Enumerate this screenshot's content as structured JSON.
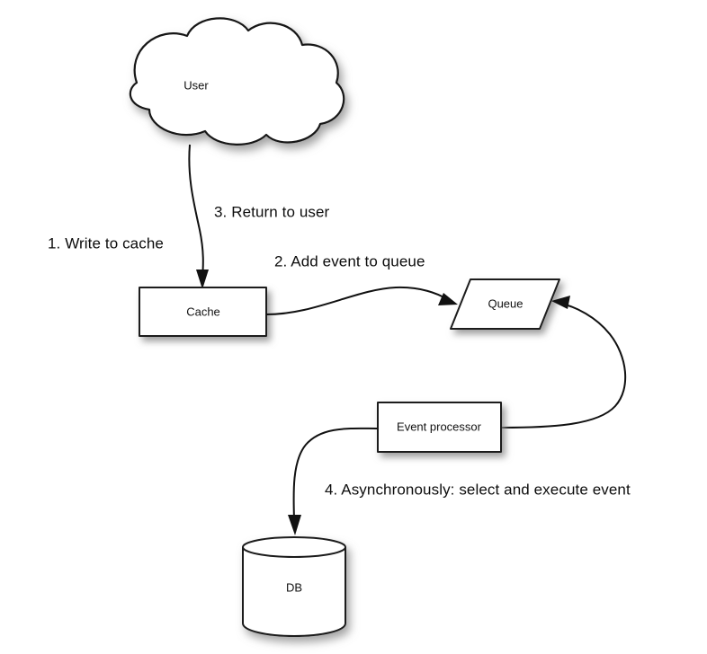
{
  "diagram": {
    "nodes": [
      {
        "id": "user",
        "label": "User",
        "shape": "cloud"
      },
      {
        "id": "cache",
        "label": "Cache",
        "shape": "rectangle"
      },
      {
        "id": "queue",
        "label": "Queue",
        "shape": "parallelogram"
      },
      {
        "id": "proc",
        "label": "Event processor",
        "shape": "rectangle"
      },
      {
        "id": "db",
        "label": "DB",
        "shape": "cylinder"
      }
    ],
    "edges": [
      {
        "id": "e1",
        "from": "user",
        "to": "cache",
        "label": "1. Write to cache"
      },
      {
        "id": "e2",
        "from": "cache",
        "to": "queue",
        "label": "2. Add event to queue"
      },
      {
        "id": "e3",
        "from": "user",
        "to": "cache",
        "label": "3. Return to user"
      },
      {
        "id": "e4",
        "from": "queue",
        "to": "proc",
        "label": ""
      },
      {
        "id": "e5",
        "from": "proc",
        "to": "db",
        "label": "4. Asynchronously: select and execute event"
      }
    ],
    "step_labels": [
      {
        "id": "s1",
        "text": "1. Write to cache"
      },
      {
        "id": "s2",
        "text": "2. Add event to queue"
      },
      {
        "id": "s3",
        "text": "3. Return to user"
      },
      {
        "id": "s4",
        "text": "4. Asynchronously: select and execute event"
      }
    ],
    "colors": {
      "background": "#ffffff",
      "stroke": "#111111",
      "fill": "#ffffff",
      "text": "#0d0d0d",
      "shadow": "#9a9a9a"
    }
  }
}
